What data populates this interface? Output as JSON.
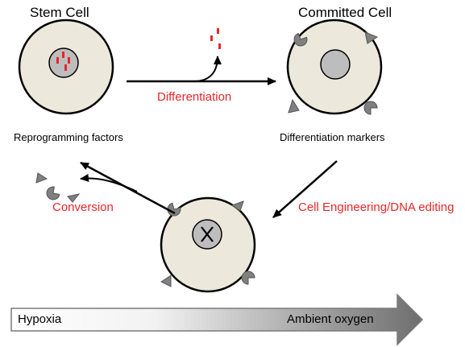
{
  "titles": {
    "stem_cell": "Stem Cell",
    "committed_cell": "Committed Cell"
  },
  "labels": {
    "reprogramming_factors": "Reprogramming factors",
    "differentiation_markers": "Differentiation markers"
  },
  "processes": {
    "differentiation": "Differentiation",
    "conversion": "Conversion",
    "cell_engineering": "Cell Engineering/DNA editing"
  },
  "oxygen_gradient": {
    "start_label": "Hypoxia",
    "end_label": "Ambient oxygen"
  },
  "colors": {
    "cell_fill": "#ece9dc",
    "nucleus_fill": "#bdbdbd",
    "marker_fill": "#808080",
    "factor_red": "#e8262a",
    "process_text": "#e8262a",
    "arrow": "#000000"
  }
}
